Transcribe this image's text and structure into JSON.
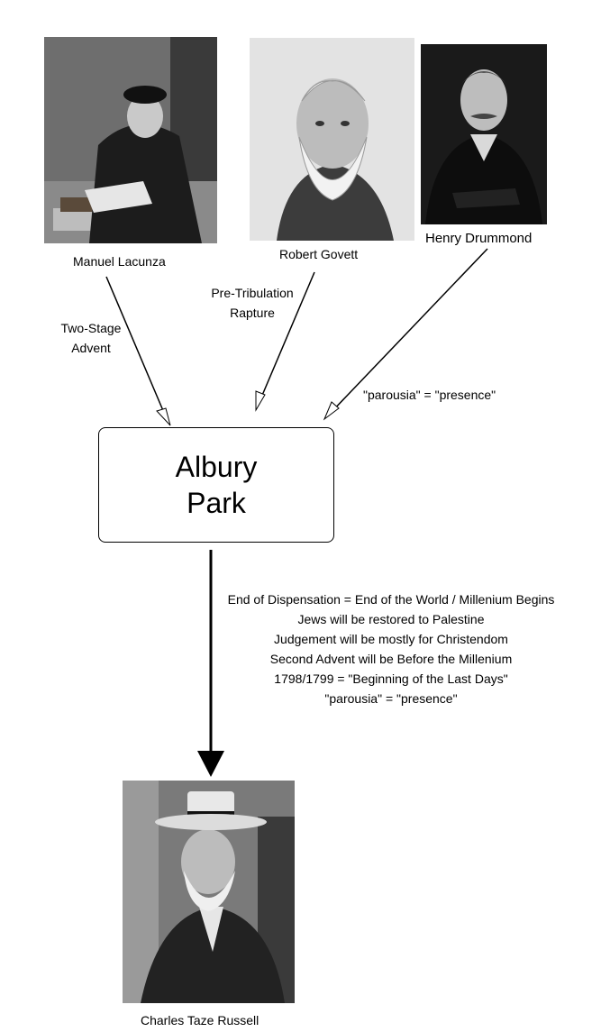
{
  "people": {
    "lacunza": {
      "name": "Manuel Lacunza"
    },
    "govett": {
      "name": "Robert Govett"
    },
    "drummond": {
      "name": "Henry Drummond"
    },
    "russell": {
      "name": "Charles Taze Russell"
    }
  },
  "edges": {
    "lacunza": {
      "line1": "Two-Stage",
      "line2": "Advent"
    },
    "govett": {
      "line1": "Pre-Tribulation",
      "line2": "Rapture"
    },
    "drummond": {
      "text": "\"parousia\" = \"presence\""
    }
  },
  "hub": {
    "line1": "Albury",
    "line2": "Park"
  },
  "outcomes": [
    "End of Dispensation = End of the World / Millenium Begins",
    "Jews will be restored to Palestine",
    "Judgement will be mostly for Christendom",
    "Second Advent will be Before the Millenium",
    "1798/1799 = \"Beginning of the Last Days\"",
    "\"parousia\" = \"presence\""
  ]
}
